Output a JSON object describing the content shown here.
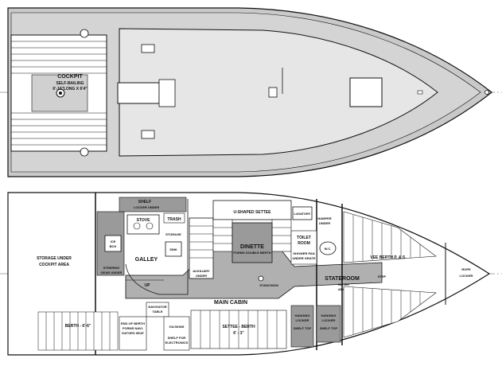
{
  "colors": {
    "hull_fill": "#c9c9c9",
    "deck_fill": "#e6e6e6",
    "sole_fill": "#b0b0b0",
    "line": "#111111",
    "cushion": "#ffffff"
  },
  "deck_plan": {
    "cockpit_title": "COCKPIT",
    "cockpit_line2": "SELF-BAILING",
    "cockpit_line3": "6'-10\"LONG X 6'4\""
  },
  "interior_plan": {
    "storage_aft_1": "STORAGE UNDER",
    "storage_aft_2": "COCKPIT AREA",
    "shelf": "SHELF",
    "locker_under": "LOCKER UNDER",
    "stove": "STOVE",
    "trash": "TRASH",
    "storage": "STORAGE",
    "ice_box_1": "ICE",
    "ice_box_2": "BOX",
    "steering_1": "STEERING",
    "steering_2": "GEAR UNDER",
    "galley": "GALLEY",
    "sink": "SINK",
    "up": "UP",
    "u_settee": "U-SHAPED SETTEE",
    "dinette": "DINETTE",
    "dinette_sub": "FORMS DOUBLE BERTH",
    "auxiliary_1": "AUXILIARY",
    "auxiliary_2": "UNDER",
    "stanchion": "STANCHION",
    "lavatory": "LAVATORY",
    "hamper_1": "HAMPER",
    "hamper_2": "UNDER",
    "toilet_1": "TOILET",
    "toilet_2": "ROOM",
    "wc": "W.C.",
    "shower_1": "SHOWER PAN",
    "shower_2": "UNDER GRATE",
    "vee_berth": "VEE BERTH P. & S.",
    "stateroom": "STATEROOM",
    "water_1": "WATER",
    "water_2": "ABOVE",
    "step": "STEP",
    "rope_1": "ROPE",
    "rope_2": "LOCKER",
    "berth_aft": "BERTH - 6'-6\"",
    "end_berth_1": "END OF BERTH",
    "end_berth_2": "FORMS NAVI-",
    "end_berth_3": "GATORS SEAT",
    "nav_1": "NAVIGATOR",
    "nav_2": "TABLE",
    "main_cabin": "MAIN CABIN",
    "oilskins": "OILSKINS",
    "shelf_elec_1": "SHELF FOR",
    "shelf_elec_2": "ELECTRONICS",
    "settee_berth_1": "SETTEE - BERTH",
    "settee_berth_2": "6' - 3\"",
    "hanging_1": "HANGING",
    "hanging_2": "LOCKER",
    "shelf_top_1": "SHELF TOP",
    "hanging_b1": "HANGING",
    "hanging_b2": "LOCKER",
    "shelf_top_2": "SHELF TOP"
  }
}
